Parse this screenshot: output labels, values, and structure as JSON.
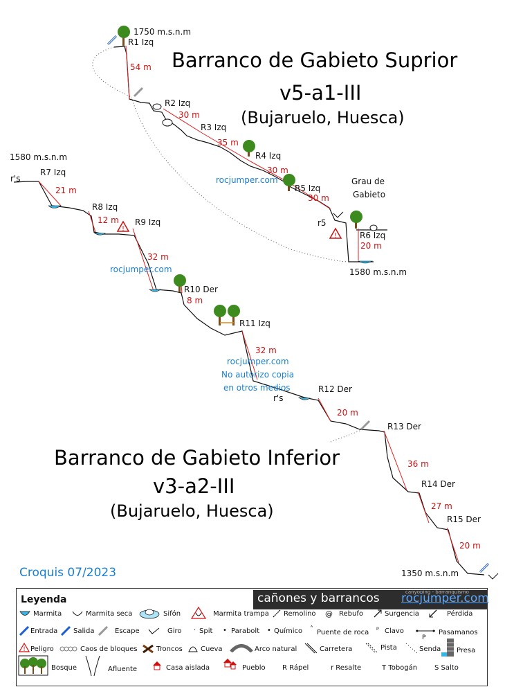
{
  "top": {
    "title": "Barranco de Gabieto Suprior",
    "grade": "v5-a1-III",
    "location": "(Bujaruelo, Huesca)",
    "alt_top": "1750 m.s.n.m",
    "alt_bottom": "1580 m.s.n.m",
    "grau_line1": "Grau de",
    "grau_line2": "Gabieto",
    "r5": "r5",
    "watermark": "rocjumper.com"
  },
  "bottom": {
    "title": "Barranco de Gabieto Inferior",
    "grade": "v3-a2-III",
    "location": "(Bujaruelo, Huesca)",
    "alt_top": "1580 m.s.n.m",
    "alt_bottom": "1350 m.s.n.m",
    "rs1": "r's",
    "rs2": "r's",
    "watermark1": "rocjumper.com",
    "watermark2": "rocjumper.com",
    "copy1": "No autorizo copia",
    "copy2": "en otros medios"
  },
  "rappels": {
    "r1": "R1 Izq",
    "r2": "R2 Izq",
    "r3": "R3 Izq",
    "r4": "R4 Izq",
    "r5": "R5 Izq",
    "r6": "R6 Izq",
    "r7": "R7 Izq",
    "r8": "R8 Izq",
    "r9": "R9 Izq",
    "r10": "R10 Der",
    "r11": "R11 Izq",
    "r12": "R12 Der",
    "r13": "R13 Der",
    "r14": "R14 Der",
    "r15": "R15 Der"
  },
  "heights": {
    "h1": "54 m",
    "h2": "30 m",
    "h3": "35 m",
    "h4": "30 m",
    "h5": "30 m",
    "h6": "20 m",
    "h7": "21 m",
    "h8": "12 m",
    "h9": "32 m",
    "h10": "8 m",
    "h11": "32 m",
    "h12": "20 m",
    "h13": "36 m",
    "h14": "27 m",
    "h15": "20 m"
  },
  "croquis": "Croquis 07/2023",
  "legend": {
    "title": "Leyenda",
    "banner_text": "cañones y barrancos",
    "banner_url": "rocjumper.com",
    "banner_small": "canyoning - barranquismo",
    "items": {
      "marmita": "Marmita",
      "marmita_seca": "Marmita seca",
      "sifon": "Sifón",
      "marmita_trampa": "Marmita trampa",
      "remolino": "Remolino",
      "rebufo": "Rebufo",
      "surgencia": "Surgencia",
      "perdida": "Pérdida",
      "entrada": "Entrada",
      "salida": "Salida",
      "escape": "Escape",
      "giro": "Giro",
      "spit": "Spit",
      "parabolt": "Parabolt",
      "quimico": "Químico",
      "puente_roca": "Puente de roca",
      "clavo": "Clavo",
      "pasamanos": "Pasamanos",
      "pasamanos_p": "P",
      "peligro": "Peligro",
      "caos": "Caos de bloques",
      "troncos": "Troncos",
      "cueva": "Cueva",
      "arco": "Arco natural",
      "carretera": "Carretera",
      "pista": "Pista",
      "senda": "Senda",
      "presa": "Presa",
      "bosque": "Bosque",
      "afluente": "Afluente",
      "casa": "Casa aislada",
      "pueblo": "Pueblo",
      "rapel": "R Rápel",
      "resalte": "r Resalte",
      "tobogan": "T Tobogán",
      "salto": "S Salto"
    }
  },
  "colors": {
    "rope": "#e02020",
    "water": "#37b6e6",
    "tree_crown": "#3d8a1e",
    "tree_trunk": "#7a4a1a",
    "watermark": "#1a7fd4",
    "entry": "#1f5fd6"
  }
}
